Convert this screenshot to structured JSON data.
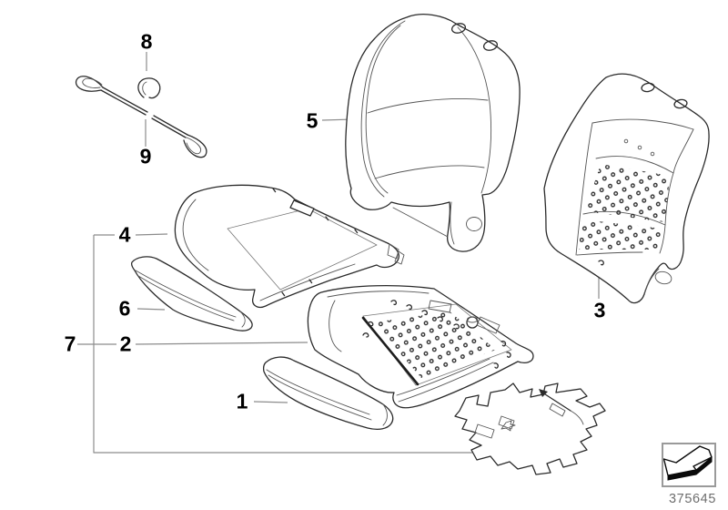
{
  "drawing_number": "375645",
  "callouts": {
    "c1": "1",
    "c2": "2",
    "c3": "3",
    "c4": "4",
    "c5": "5",
    "c6": "6",
    "c7": "7",
    "c8": "8",
    "c9": "9"
  },
  "icons": {
    "direction_arrow": "3d-arrow-pointing-down-left"
  },
  "colors": {
    "artwork_line": "#2b2b2b",
    "leader_line": "#8c8c8c",
    "callout_text": "#000000",
    "drawing_number_text": "#6e6e6e",
    "arrow_box_border": "#9a9a9a",
    "background": "#ffffff"
  }
}
